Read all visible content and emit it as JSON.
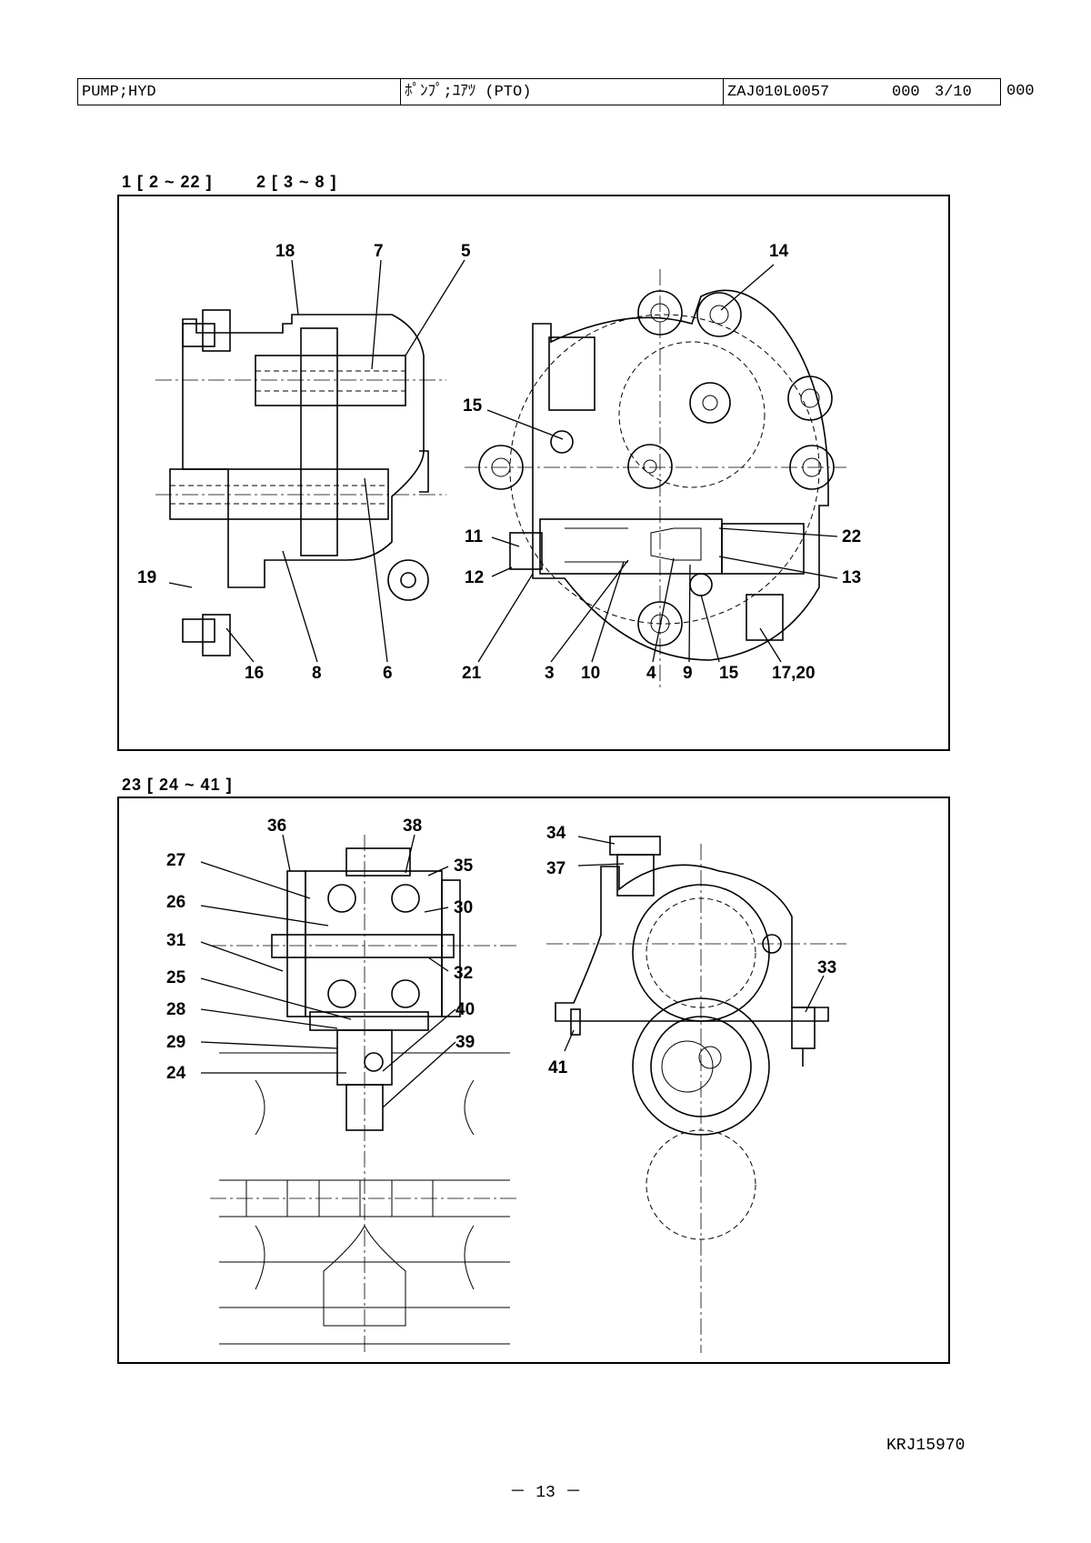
{
  "header": {
    "part_name": "PUMP;HYD",
    "part_name_jp": "ﾎﾟﾝﾌﾟ;ﾕｱﾂ (PTO)",
    "part_code": "ZAJ010L0057",
    "rev": "000",
    "sheet": "3/10",
    "rev2": "000"
  },
  "groups": {
    "top_a": "1 [ 2 ~ 22 ]",
    "top_b": "2 [ 3 ~ 8 ]",
    "bottom": "23 [ 24 ~ 41 ]"
  },
  "top_labels": {
    "n18": "18",
    "n7": "7",
    "n5": "5",
    "n14": "14",
    "n15a": "15",
    "n11": "11",
    "n12": "12",
    "n22": "22",
    "n13": "13",
    "n19": "19",
    "n16": "16",
    "n8": "8",
    "n6": "6",
    "n21": "21",
    "n3": "3",
    "n10": "10",
    "n4": "4",
    "n9": "9",
    "n15b": "15",
    "n1720": "17,20"
  },
  "bottom_labels": {
    "n36": "36",
    "n38": "38",
    "n27": "27",
    "n35": "35",
    "n26": "26",
    "n30": "30",
    "n31": "31",
    "n32": "32",
    "n25": "25",
    "n28": "28",
    "n40": "40",
    "n29": "29",
    "n39": "39",
    "n24": "24",
    "n34": "34",
    "n37": "37",
    "n33": "33",
    "n41": "41"
  },
  "footer": {
    "doc_id": "KRJ15970",
    "page": "－ 13 －"
  }
}
